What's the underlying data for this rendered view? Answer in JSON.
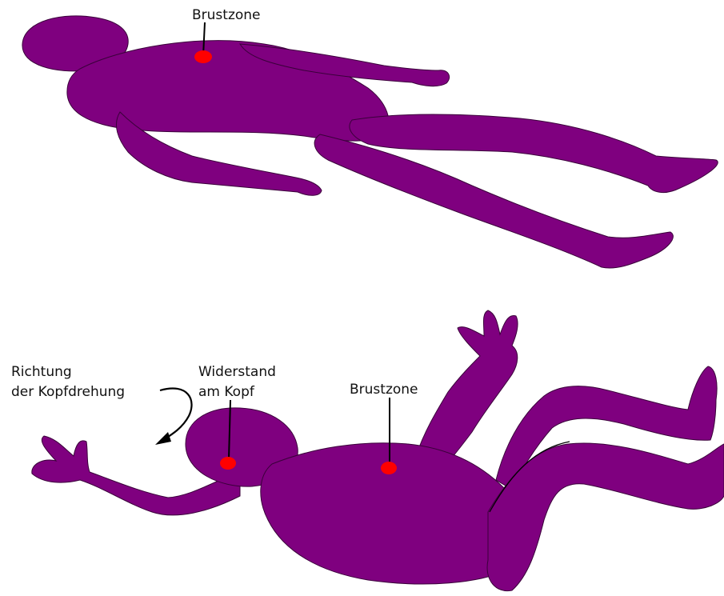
{
  "colors": {
    "figure": "#7f007f",
    "marker": "#ff0000",
    "line": "#000000",
    "background": "#ffffff"
  },
  "top_figure": {
    "label": "Brustzone"
  },
  "bottom_figure": {
    "rotation_label_line1": "Richtung",
    "rotation_label_line2": "der Kopfdrehung",
    "resistance_label_line1": "Widerstand",
    "resistance_label_line2": "am Kopf",
    "chest_label": "Brustzone"
  },
  "icons": {
    "rotation_arrow": "curved-arrow-icon"
  }
}
